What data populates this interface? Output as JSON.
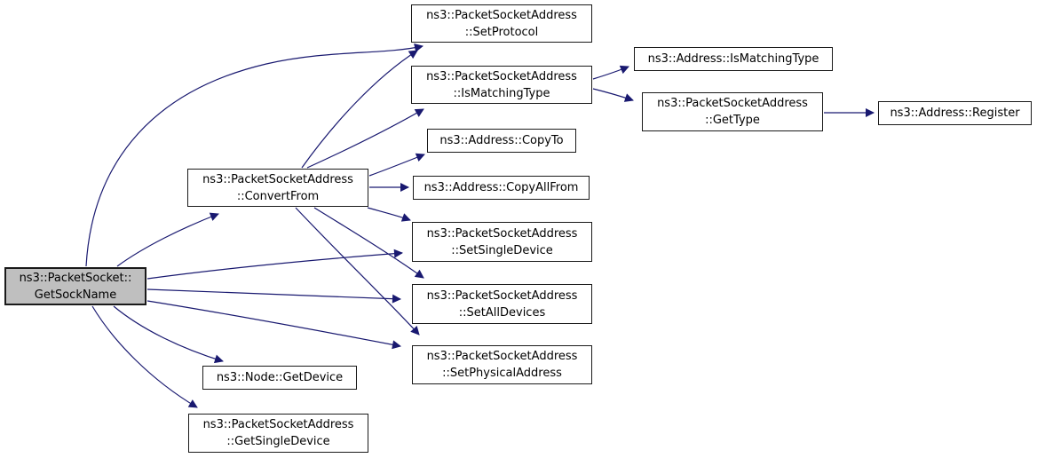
{
  "diagram": {
    "kind": "doxygen-call-graph",
    "colors": {
      "edge": "#191970",
      "node_fill": "#ffffff",
      "node_border": "#1a1a1a",
      "highlight_fill": "#bfbfbf",
      "text": "#000000",
      "bg": "#ffffff"
    },
    "nodes": {
      "getsockname": {
        "lines": [
          "ns3::PacketSocket::",
          "GetSockName"
        ],
        "current": true
      },
      "convertfrom": {
        "lines": [
          "ns3::PacketSocketAddress",
          "::ConvertFrom"
        ]
      },
      "setprotocol": {
        "lines": [
          "ns3::PacketSocketAddress",
          "::SetProtocol"
        ]
      },
      "psa_ismatchingtype": {
        "lines": [
          "ns3::PacketSocketAddress",
          "::IsMatchingType"
        ]
      },
      "copyto": {
        "lines": [
          "ns3::Address::CopyTo"
        ]
      },
      "copyallfrom": {
        "lines": [
          "ns3::Address::CopyAllFrom"
        ]
      },
      "setsingledevice": {
        "lines": [
          "ns3::PacketSocketAddress",
          "::SetSingleDevice"
        ]
      },
      "setalldevices": {
        "lines": [
          "ns3::PacketSocketAddress",
          "::SetAllDevices"
        ]
      },
      "setphysicaladdress": {
        "lines": [
          "ns3::PacketSocketAddress",
          "::SetPhysicalAddress"
        ]
      },
      "nodegetdevice": {
        "lines": [
          "ns3::Node::GetDevice"
        ]
      },
      "getsingledevice": {
        "lines": [
          "ns3::PacketSocketAddress",
          "::GetSingleDevice"
        ]
      },
      "addr_ismatchingtype": {
        "lines": [
          "ns3::Address::IsMatchingType"
        ]
      },
      "gettype": {
        "lines": [
          "ns3::PacketSocketAddress",
          "::GetType"
        ]
      },
      "register": {
        "lines": [
          "ns3::Address::Register"
        ]
      }
    },
    "edges": [
      {
        "from": "getsockname",
        "to": "setprotocol"
      },
      {
        "from": "getsockname",
        "to": "convertfrom"
      },
      {
        "from": "getsockname",
        "to": "setsingledevice"
      },
      {
        "from": "getsockname",
        "to": "setalldevices"
      },
      {
        "from": "getsockname",
        "to": "setphysicaladdress"
      },
      {
        "from": "getsockname",
        "to": "nodegetdevice"
      },
      {
        "from": "getsockname",
        "to": "getsingledevice"
      },
      {
        "from": "convertfrom",
        "to": "setprotocol"
      },
      {
        "from": "convertfrom",
        "to": "psa_ismatchingtype"
      },
      {
        "from": "convertfrom",
        "to": "copyto"
      },
      {
        "from": "convertfrom",
        "to": "copyallfrom"
      },
      {
        "from": "convertfrom",
        "to": "setsingledevice"
      },
      {
        "from": "convertfrom",
        "to": "setalldevices"
      },
      {
        "from": "convertfrom",
        "to": "setphysicaladdress"
      },
      {
        "from": "psa_ismatchingtype",
        "to": "addr_ismatchingtype"
      },
      {
        "from": "psa_ismatchingtype",
        "to": "gettype"
      },
      {
        "from": "gettype",
        "to": "register"
      }
    ]
  }
}
